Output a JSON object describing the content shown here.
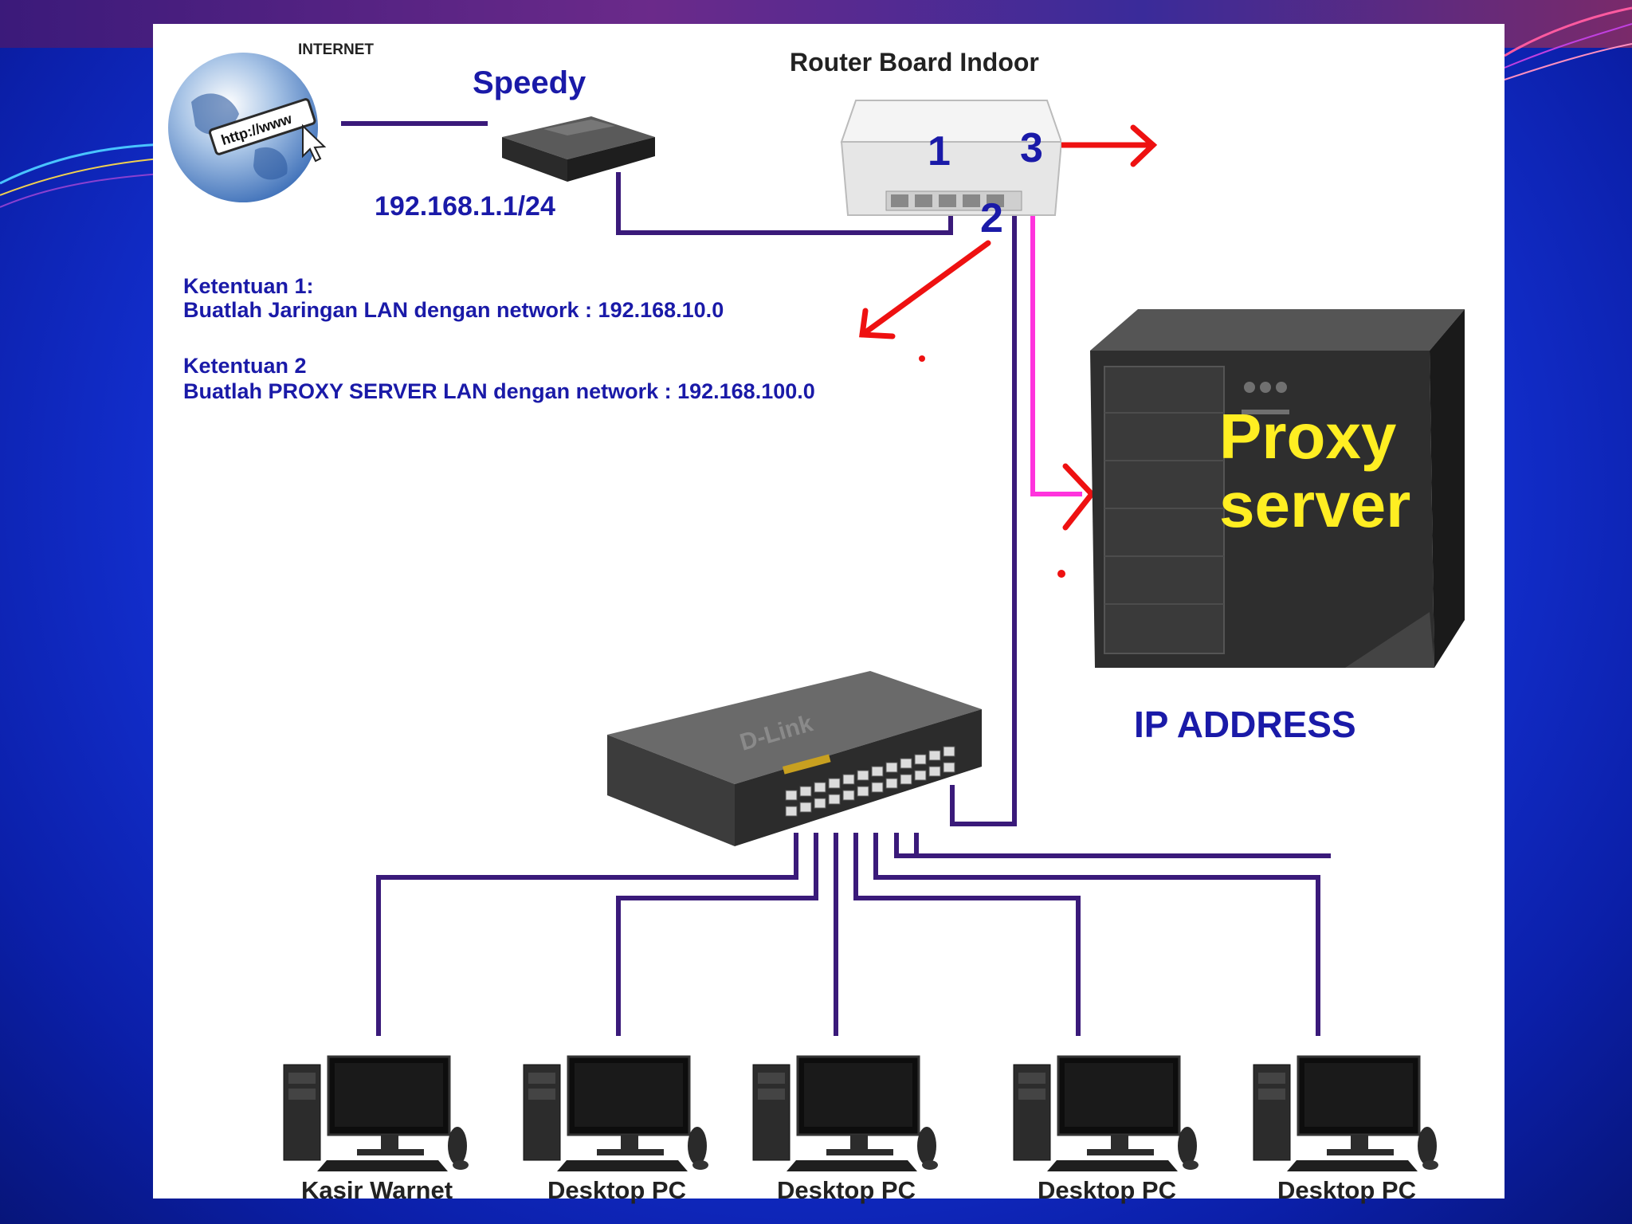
{
  "diagram": {
    "labels": {
      "internet": "INTERNET",
      "http": "http://www",
      "speedy": "Speedy",
      "modem_ip": "192.168.1.1/24",
      "router": "Router Board Indoor",
      "port1": "1",
      "port2": "2",
      "port3": "3",
      "switch_brand": "D-Link",
      "proxy_line1": "Proxy",
      "proxy_line2": "server",
      "ip_address": "IP ADDRESS"
    },
    "rules": [
      {
        "title": "Ketentuan 1:",
        "text": "Buatlah Jaringan LAN dengan network : 192.168.10.0"
      },
      {
        "title": "Ketentuan 2",
        "text": "Buatlah PROXY SERVER LAN dengan network : 192.168.100.0"
      }
    ],
    "computers": [
      "Kasir Warnet",
      "Desktop PC",
      "Desktop PC",
      "Desktop PC",
      "Desktop PC"
    ],
    "colors": {
      "cable": "#3a1a7a",
      "arrow": "#ee1111",
      "proxy_link": "#ff33dd",
      "label_blue": "#1a1aa8",
      "proxy_text": "#ffee22"
    }
  }
}
